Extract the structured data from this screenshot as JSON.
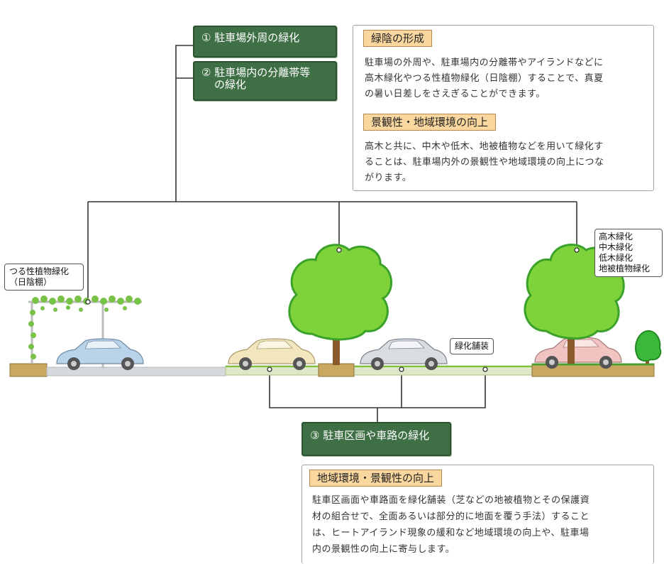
{
  "callouts": {
    "perimeter": "① 駐車場外周の緑化",
    "median_line1": "② 駐車場内の分離帯等",
    "median_line2": "の緑化",
    "parking": "③ 駐車区画や車路の緑化"
  },
  "info_top": {
    "shade_title": "緑陰の形成",
    "shade_lines": [
      "駐車場の外周や、駐車場内の分離帯やアイランドなどに",
      "高木緑化やつる性植物緑化（日陰棚）することで、真夏",
      "の暑い日差しをさえぎることができます。"
    ],
    "landscape_title": "景観性・地域環境の向上",
    "landscape_lines": [
      "高木と共に、中木や低木、地被植物などを用いて緑化す",
      "ることは、駐車場内外の景観性や地域環境の向上につな",
      "がります。"
    ]
  },
  "info_bottom": {
    "title": "地域環境・景観性の向上",
    "lines": [
      "駐車区画面や車路面を緑化舗装（芝などの地被植物とその保護資",
      "材の組合せで、全面あるいは部分的に地面を覆う手法）すること",
      "は、ヒートアイランド現象の緩和など地域環境の向上や、駐車場",
      "内の景観性の向上に寄与します。"
    ]
  },
  "labels": {
    "vine_line1": "つる性植物緑化",
    "vine_line2": "（日陰棚）",
    "green_paving": "緑化舗装",
    "tree_types": [
      "高木緑化",
      "中木緑化",
      "低木緑化",
      "地被植物緑化"
    ]
  },
  "colors": {
    "callout_green": "#3f7045",
    "header_orange": "#fbd7a0",
    "foliage": "#7fd33a",
    "foliage_edge": "#3aa22a",
    "ground": "#c9a860",
    "pavement": "#d6d9dc"
  }
}
